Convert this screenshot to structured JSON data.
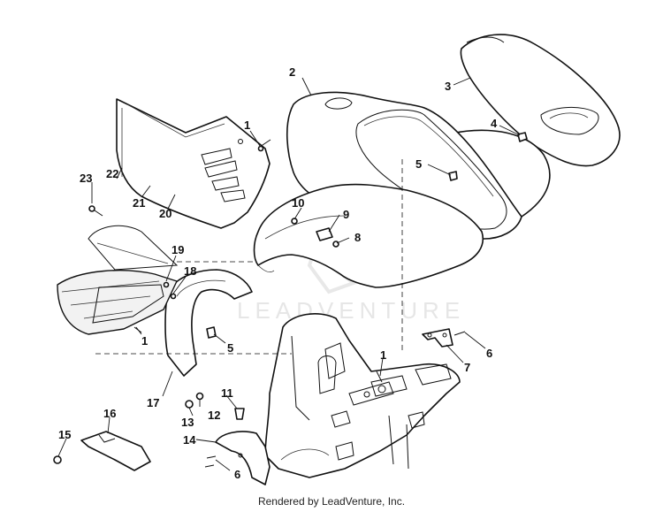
{
  "diagram": {
    "watermark": "LEADVENTURE",
    "footer": "Rendered by LeadVenture, Inc.",
    "callouts": [
      "1",
      "2",
      "3",
      "4",
      "5",
      "6",
      "7",
      "8",
      "9",
      "10",
      "11",
      "12",
      "13",
      "14",
      "15",
      "16",
      "17",
      "18",
      "19",
      "20",
      "21",
      "22",
      "23"
    ]
  }
}
